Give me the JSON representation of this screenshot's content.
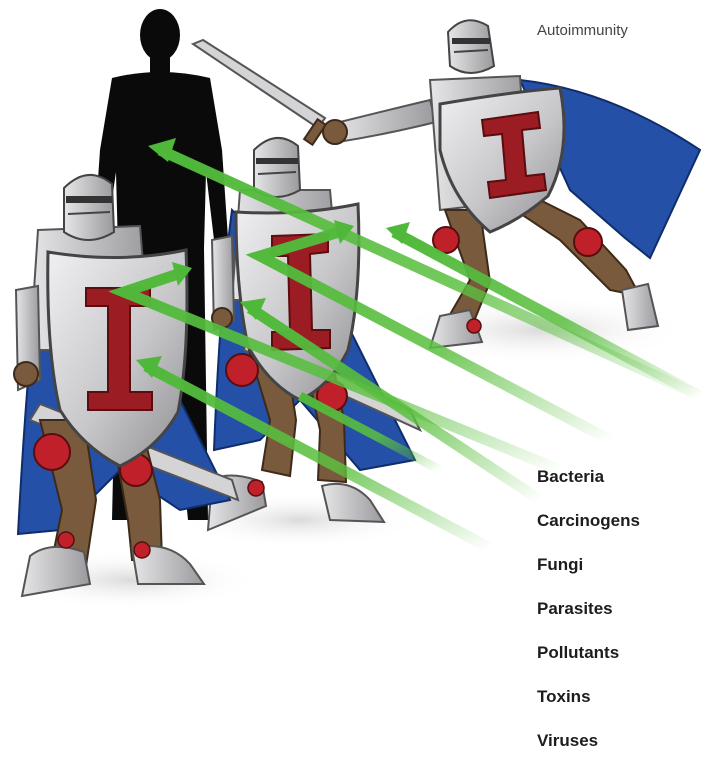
{
  "labels": {
    "top": "Autoimmunity"
  },
  "threats": [
    "Bacteria",
    "Carcinogens",
    "Fungi",
    "Parasites",
    "Pollutants",
    "Toxins",
    "Viruses"
  ],
  "colors": {
    "silhouette": "#0a0a0a",
    "armor": "#c9c9cb",
    "armor_shade": "#8e8e90",
    "skin": "#7a5a3c",
    "cape": "#2550a8",
    "emblem": "#9b1c22",
    "joint_red": "#c0202a",
    "arrow": "#5cc040"
  }
}
